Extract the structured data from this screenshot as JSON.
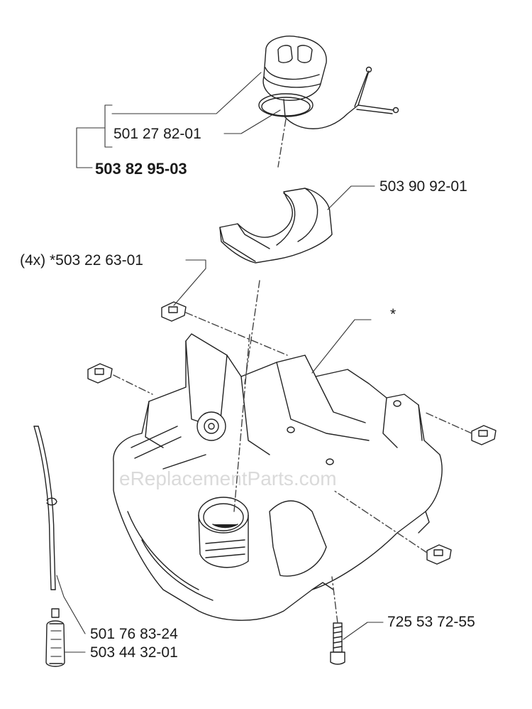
{
  "watermark": "eReplacementParts.com",
  "parts": {
    "cap_inner": "501 27 82-01",
    "cap_assembly": "503 82 95-03",
    "cover_holder": "503 90 92-01",
    "clip_nut": "(4x) *503 22 63-01",
    "tank_body": "*",
    "fuel_hose": "501 76 83-24",
    "fuel_filter": "503 44 32-01",
    "screw": "725 53 72-55"
  },
  "icons": [
    "fuel-cap-icon",
    "fuel-hose-icon",
    "fuel-filter-icon",
    "screw-icon",
    "clip-nut-icon",
    "tank-housing-icon",
    "cover-holder-icon"
  ]
}
